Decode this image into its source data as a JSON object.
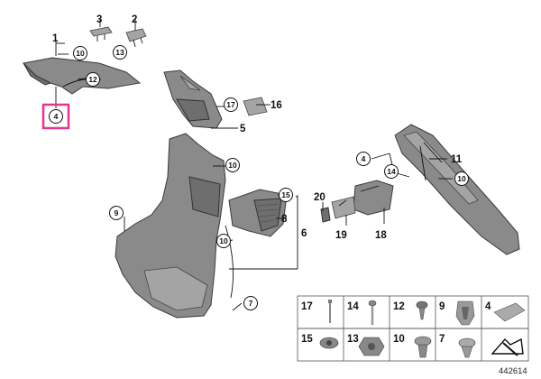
{
  "diagram": {
    "callouts": {
      "c1": "1",
      "c2": "2",
      "c3": "3",
      "c4a": "4",
      "c4b": "4",
      "c5": "5",
      "c6": "6",
      "c7": "7",
      "c8": "8",
      "c9": "9",
      "c10a": "10",
      "c10b": "10",
      "c10c": "10",
      "c10d": "10",
      "c11": "11",
      "c12": "12",
      "c13": "13",
      "c14": "14",
      "c15": "15",
      "c16": "16",
      "c17": "17",
      "c18": "18",
      "c19": "19",
      "c20": "20"
    },
    "legend": {
      "row1": [
        "17",
        "14",
        "12",
        "9",
        "4"
      ],
      "row2": [
        "15",
        "13",
        "10",
        "7"
      ]
    },
    "reference_number": "442614",
    "highlight_color": "#e6338f"
  }
}
